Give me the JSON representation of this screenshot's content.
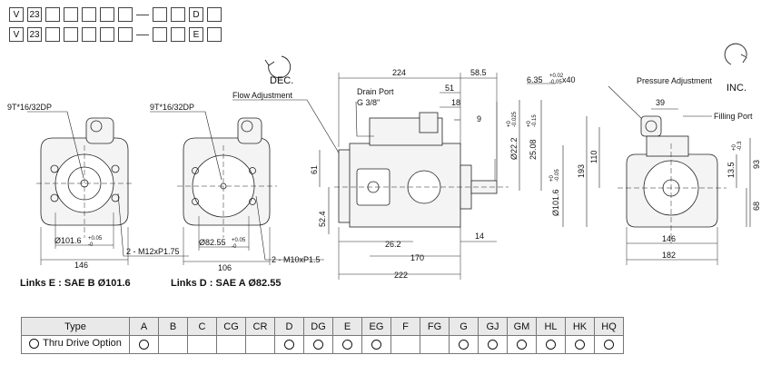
{
  "type_codes": [
    {
      "prefix": "V",
      "size": "23",
      "letter": "D"
    },
    {
      "prefix": "V",
      "size": "23",
      "letter": "E"
    }
  ],
  "labels": {
    "spline_left": "9T*16/32DP",
    "spline_mid": "9T*16/32DP",
    "dia_101_6": "Ø101.6",
    "tol_005": "+0.05",
    "tol_0": "-0",
    "m12": "2 - M12xP1.75",
    "dim_146_left": "146",
    "dec": "DEC.",
    "flow_adj": "Flow Adjustment",
    "dia_82_55": "Ø82.55",
    "m10": "2 - M10xP1.5",
    "dim_106": "106",
    "d224": "224",
    "d58_5": "58.5",
    "drain_port": "Drain Port",
    "drain_g": "G 3/8\"",
    "d51": "51",
    "d18": "18",
    "d9": "9",
    "d6_35": "6.35",
    "d6_35_tol_top": "+0.02",
    "d6_35_tol_bot": "-0.05",
    "d6_35_x40": "x40",
    "d22_2": "Ø22.2",
    "d22_2_tol_top": "+0",
    "d22_2_tol_bot": "-0.025",
    "d25_08": "25.08",
    "d25_08_tol_top": "+0",
    "d25_08_tol_bot": "-0.15",
    "d101_6_side": "Ø101.6",
    "d101_6_side_tol_top": "+0",
    "d101_6_side_tol_bot": "-0.05",
    "d61": "61",
    "d52_4": "52.4",
    "d26_2": "26.2",
    "d14": "14",
    "d170": "170",
    "d222": "222",
    "pressure_adj": "Pressure Adjustment",
    "inc": "INC.",
    "d39": "39",
    "filling_port": "Filling Port",
    "d110": "110",
    "d193": "193",
    "d13_5": "13.5",
    "d13_5_tol_top": "+0",
    "d13_5_tol_bot": "-0.3",
    "d93": "93",
    "d68": "68",
    "d146_right": "146",
    "d182": "182"
  },
  "captions": {
    "left": "Links E : SAE B Ø101.6",
    "mid": "Links D : SAE A Ø82.55"
  },
  "options_table": {
    "header_label": "Type",
    "row_label": "Thru Drive Option",
    "columns": [
      "A",
      "B",
      "C",
      "CG",
      "CR",
      "D",
      "DG",
      "E",
      "EG",
      "F",
      "FG",
      "G",
      "GJ",
      "GM",
      "HL",
      "HK",
      "HQ"
    ],
    "available": [
      true,
      false,
      false,
      false,
      false,
      true,
      true,
      true,
      true,
      false,
      false,
      true,
      true,
      true,
      true,
      true,
      true
    ]
  },
  "colors": {
    "line": "#222222",
    "pump_fill": "#f4f4f4",
    "table_header": "#e9e9e9"
  }
}
